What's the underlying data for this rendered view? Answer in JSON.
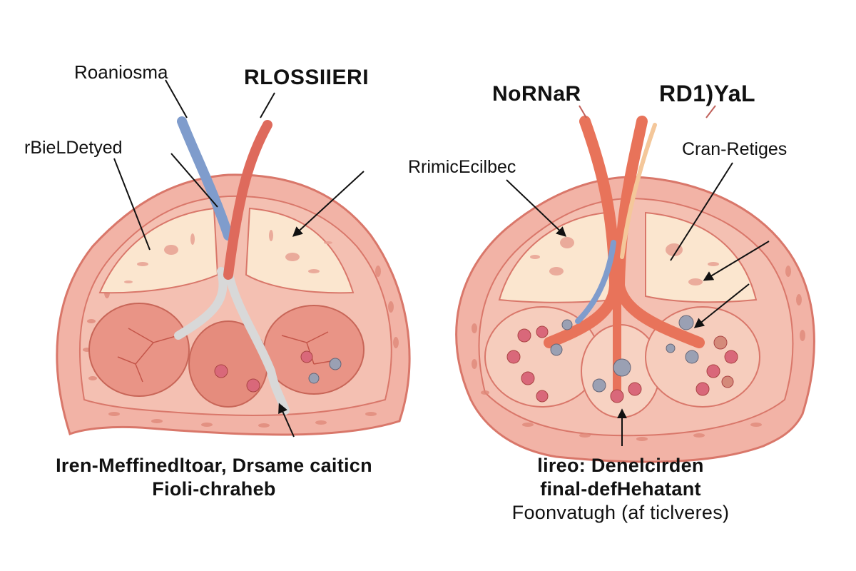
{
  "colors": {
    "outer_tissue": "#f2b3a6",
    "outline": "#d9776a",
    "inner_fill": "#fbe6cf",
    "lobe_fill": "#e99486",
    "vein_blue": "#7f9ccc",
    "artery_red": "#de6a5c",
    "duct_gray": "#d8d8d8",
    "nodule_gray": "#9aa0b3",
    "nodule_pink": "#d9687a",
    "line": "#111111"
  },
  "left_panel": {
    "labels": {
      "top_left": "Roaniosma",
      "top_right": "RLOSSIIERI",
      "side_left": "rBieLDetyed"
    },
    "caption_lines": [
      "Iren-Meffinedltoar, Drsame caiticn",
      "Fioli-chraheb"
    ]
  },
  "right_panel": {
    "labels": {
      "top_left": "NoRNaR",
      "top_right": "RD1)YaL",
      "side_left": "RrimicEcilbec",
      "side_right": "Cran-Retiges"
    },
    "caption_lines": [
      "lireo: Denelcirden",
      "final-defHehatant",
      "Foonvatugh (af ticlveres)"
    ]
  }
}
